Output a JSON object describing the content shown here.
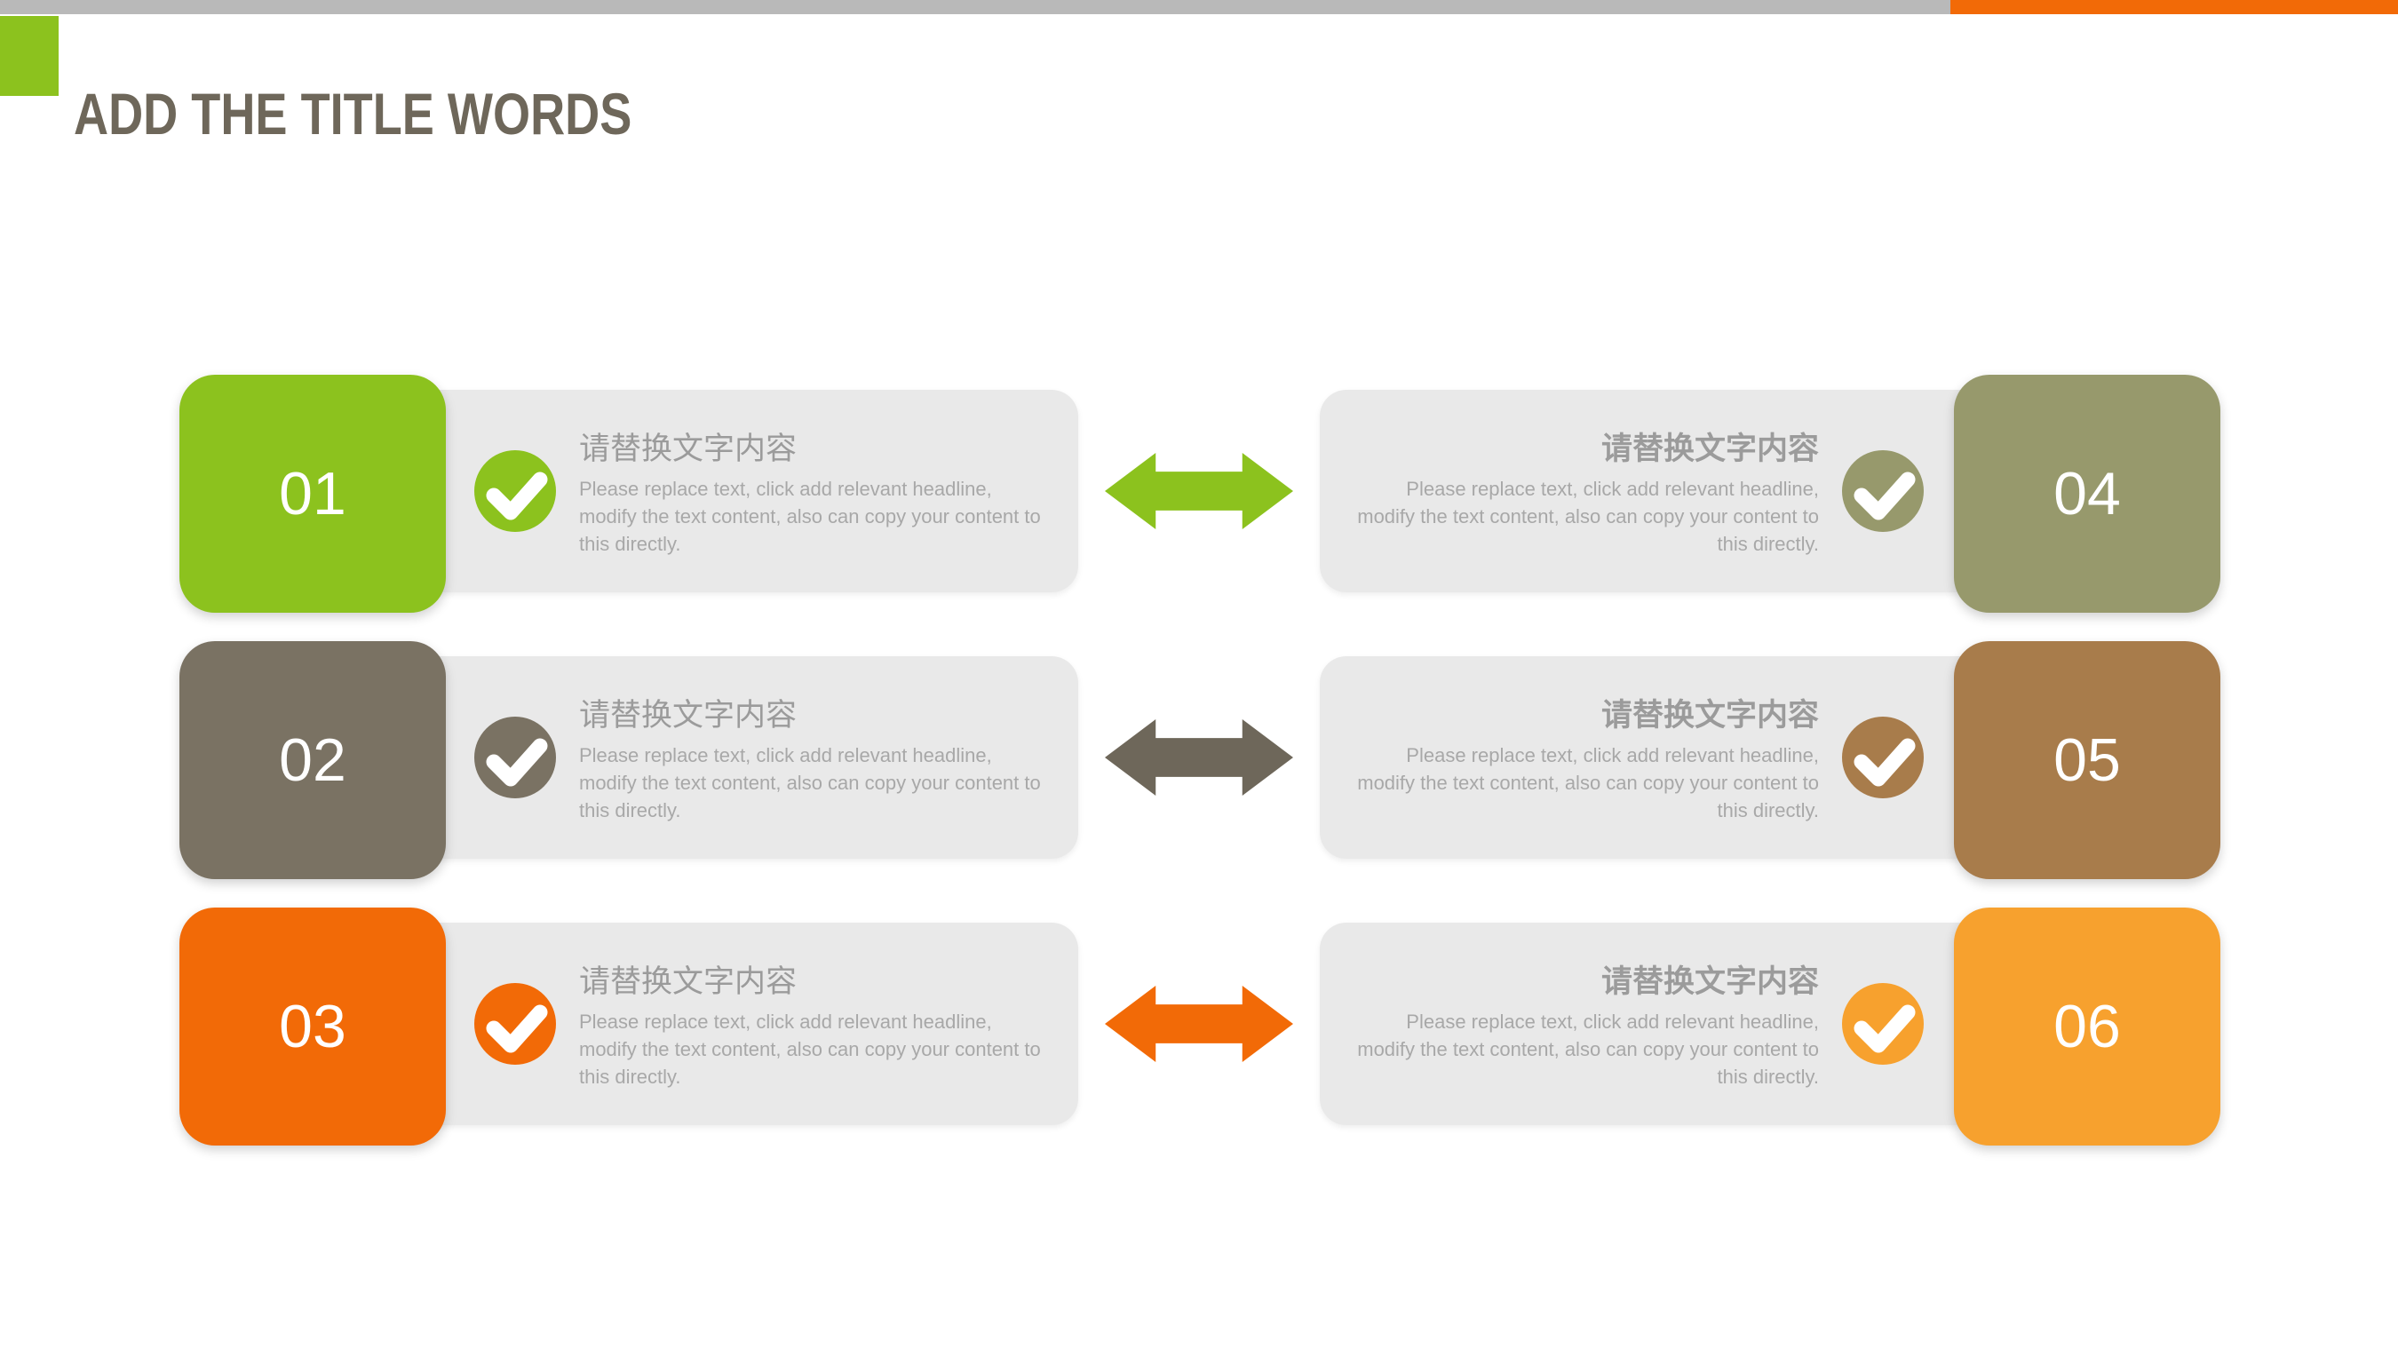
{
  "header": {
    "title": "ADD THE TITLE WORDS",
    "title_color": "#6E675A",
    "bar_gray_color": "#B9B9B9",
    "bar_orange_color": "#F26A07",
    "accent_square_color": "#8CC21E"
  },
  "panel_color": "#E9E9E9",
  "cards": [
    {
      "number": "01",
      "heading": "请替换文字内容",
      "body": "Please replace text, click add relevant headline, modify the text content, also can copy your content to this directly.",
      "tile_color": "#8CC21E",
      "check_color": "#8CC21E"
    },
    {
      "number": "02",
      "heading": "请替换文字内容",
      "body": "Please replace text, click add relevant headline, modify the text content, also can copy your content to this directly.",
      "tile_color": "#7A7263",
      "check_color": "#7A7263"
    },
    {
      "number": "03",
      "heading": "请替换文字内容",
      "body": "Please replace text, click add relevant headline, modify the text content, also can copy your content to this directly.",
      "tile_color": "#F26A07",
      "check_color": "#F26A07"
    },
    {
      "number": "04",
      "heading": "请替换文字内容",
      "body": "Please replace text, click add relevant headline, modify the text content, also can copy your content to this directly.",
      "tile_color": "#97996C",
      "check_color": "#97996C"
    },
    {
      "number": "05",
      "heading": "请替换文字内容",
      "body": "Please replace text, click add relevant headline, modify the text content, also can copy your content to this directly.",
      "tile_color": "#A87C4B",
      "check_color": "#A87C4B"
    },
    {
      "number": "06",
      "heading": "请替换文字内容",
      "body": "Please replace text, click add relevant headline, modify the text content, also can copy your content to this directly.",
      "tile_color": "#F7A12E",
      "check_color": "#F7A12E"
    }
  ],
  "arrows": [
    {
      "color": "#8CC21E"
    },
    {
      "color": "#6E675A"
    },
    {
      "color": "#F26A07"
    }
  ]
}
